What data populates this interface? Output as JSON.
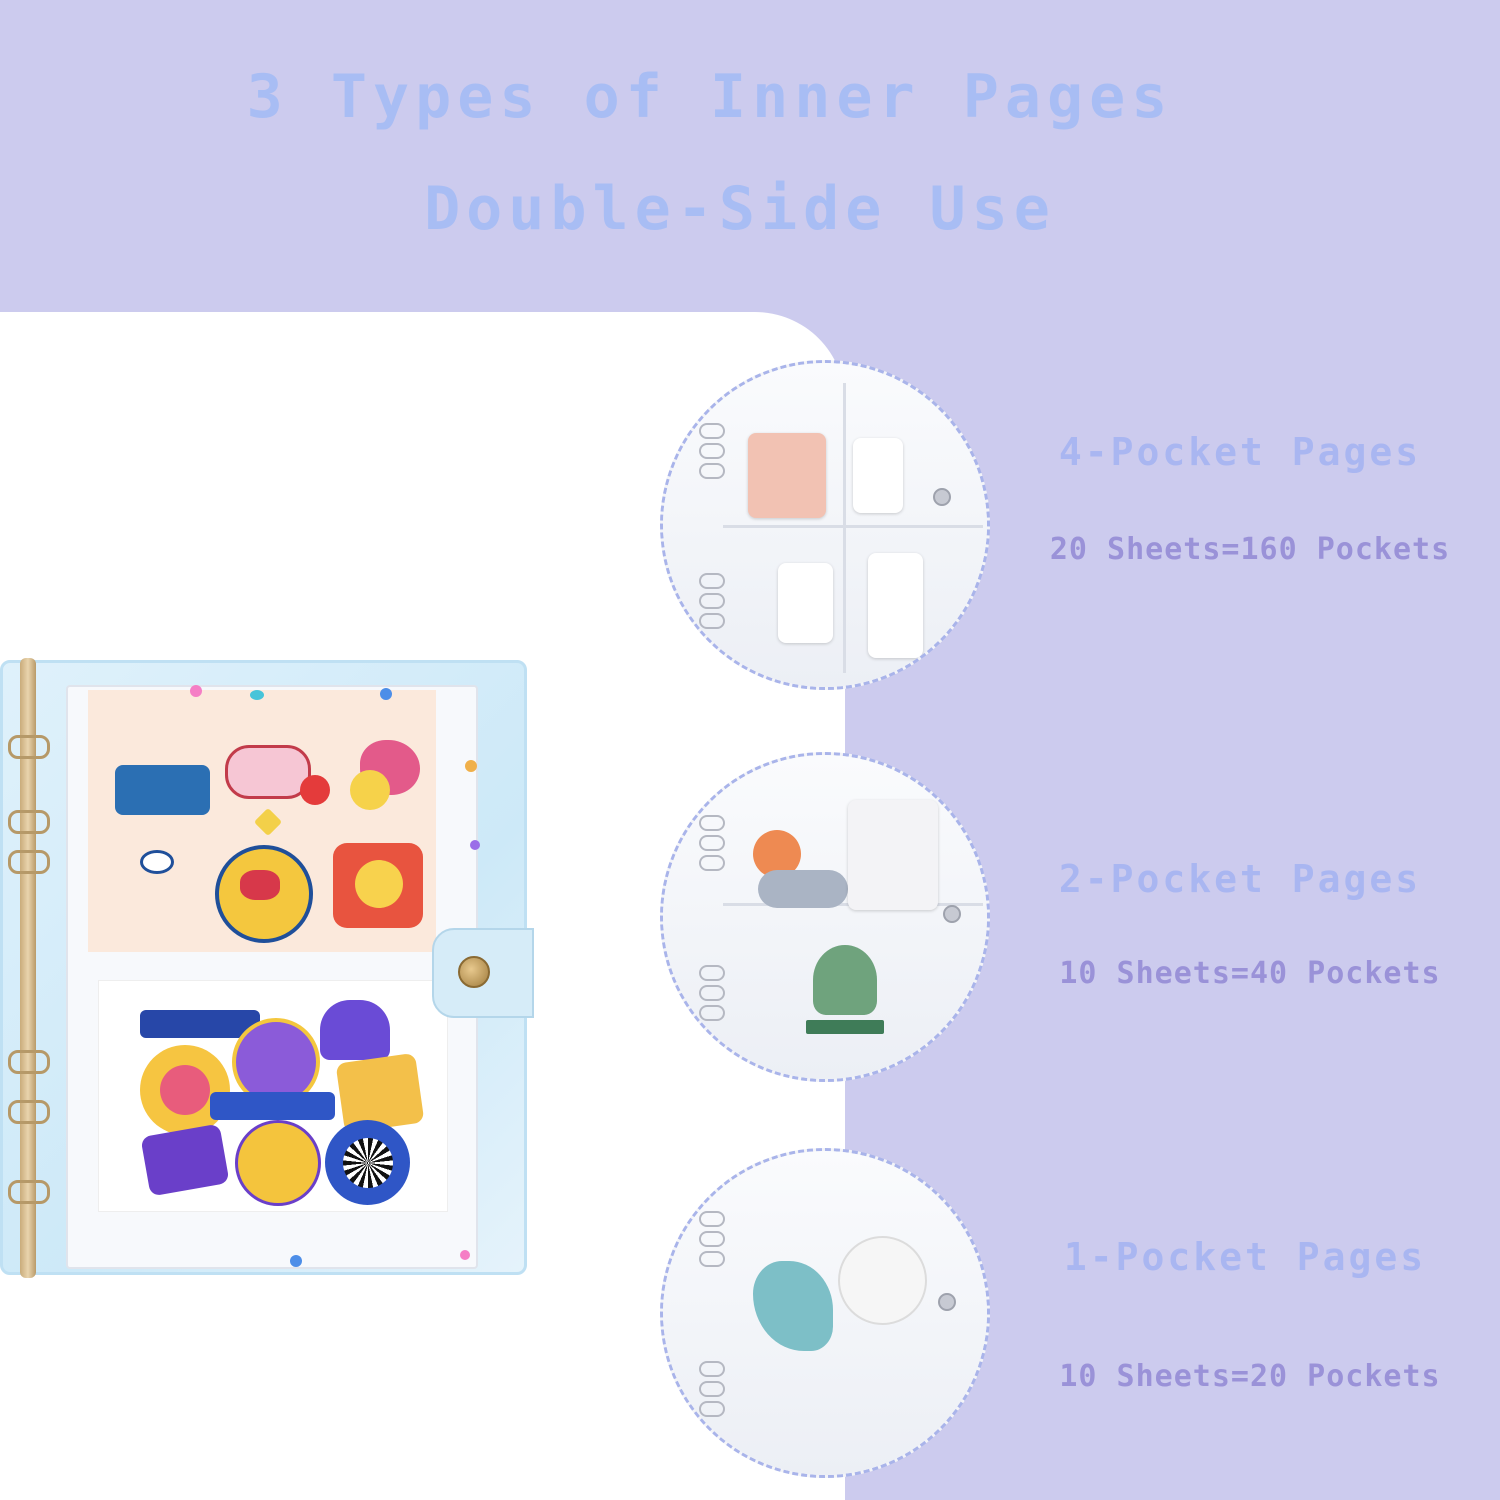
{
  "header": {
    "line1": "3 Types of Inner Pages",
    "line2": "Double-Side Use"
  },
  "page_types": [
    {
      "title": "4-Pocket Pages",
      "detail": "20 Sheets=160 Pockets"
    },
    {
      "title": "2-Pocket Pages",
      "detail": "10 Sheets=40 Pockets"
    },
    {
      "title": "1-Pocket Pages",
      "detail": "10 Sheets=20 Pockets"
    }
  ],
  "colors": {
    "background": "#cccbee",
    "heading": "#a8bdf4",
    "subtext": "#9a92d8",
    "circle_border": "#a9b4ea"
  }
}
